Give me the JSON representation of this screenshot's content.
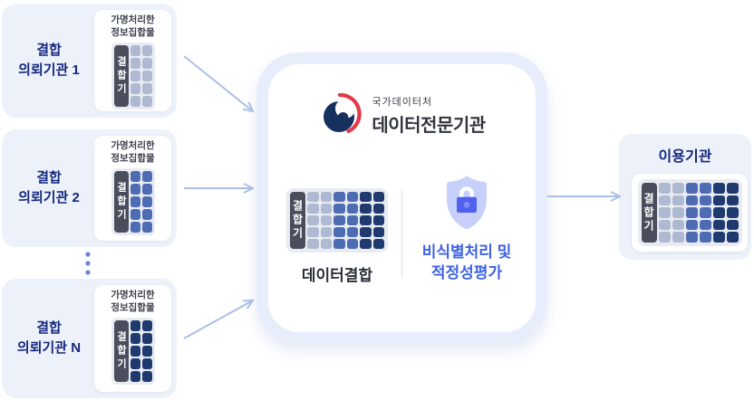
{
  "colors": {
    "accent_navy": "#15277b",
    "card_bg": "#edf2fa",
    "frame_bg": "#e7edfa",
    "grid_bg": "#e9ebf2",
    "combiner_dark": "#4a4e5c",
    "cell_light": "#aeb9d2",
    "cell_medium": "#4e6cb4",
    "cell_dark": "#1f3a6e",
    "arrow": "#aabfe6",
    "divider": "#d9dde6",
    "shield": "#c7d0fa",
    "lock": "#4f61ee",
    "keyhole": "#7f8cf4",
    "blue_text": "#3d63e0",
    "logo_navy": "#16305f",
    "logo_red": "#e23b47",
    "dark_text": "#32353d",
    "dots": "#6f83d9"
  },
  "requesters": [
    {
      "title_line1": "결합",
      "title_line2": "의뢰기관 1",
      "dataset_label_line1": "가명처리한",
      "dataset_label_line2": "정보집합물",
      "combiner_label": "결합기",
      "grid": {
        "rows": 5,
        "columns": [
          "light",
          "light"
        ]
      }
    },
    {
      "title_line1": "결합",
      "title_line2": "의뢰기관 2",
      "dataset_label_line1": "가명처리한",
      "dataset_label_line2": "정보집합물",
      "combiner_label": "결합기",
      "grid": {
        "rows": 5,
        "columns": [
          "medium",
          "medium"
        ]
      }
    },
    {
      "title_line1": "결합",
      "title_line2": "의뢰기관 N",
      "dataset_label_line1": "가명처리한",
      "dataset_label_line2": "정보집합물",
      "combiner_label": "결합기",
      "grid": {
        "rows": 5,
        "columns": [
          "dark",
          "dark"
        ]
      }
    }
  ],
  "center": {
    "logo": {
      "emblem_icon": "korea-government-emblem",
      "ministry": "국가데이터처",
      "institution": "데이터전문기관"
    },
    "combiner_label": "결합기",
    "grid": {
      "rows": 5,
      "columns": [
        "light",
        "light",
        "medium",
        "medium",
        "dark",
        "dark"
      ]
    },
    "data_join_label": "데이터결합",
    "shield_icon": "shield-lock-icon",
    "privacy_line1": "비식별처리 및",
    "privacy_line2": "적정성평가"
  },
  "user_org": {
    "title": "이용기관",
    "combiner_label": "결합기",
    "grid": {
      "rows": 5,
      "columns": [
        "light",
        "light",
        "medium",
        "medium",
        "dark",
        "dark"
      ]
    }
  }
}
